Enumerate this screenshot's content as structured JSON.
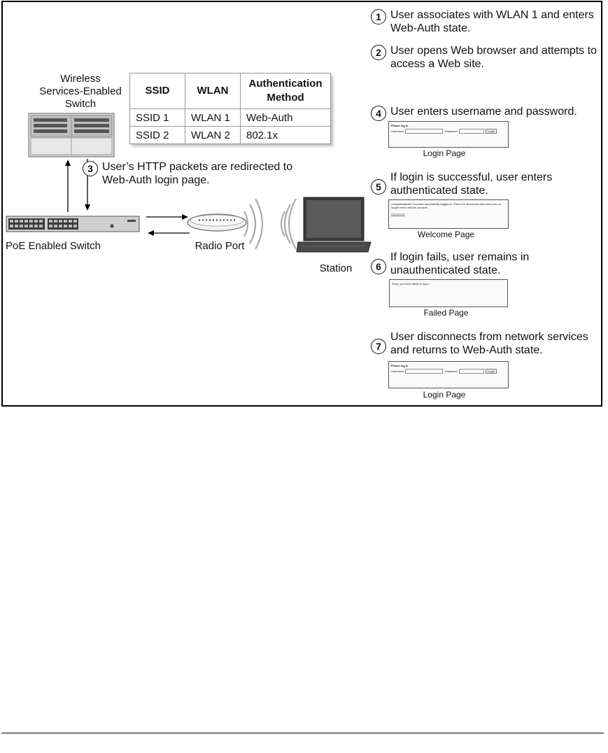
{
  "switch_label": [
    "Wireless",
    "Services-Enabled",
    "Switch"
  ],
  "table": {
    "headers": [
      "SSID",
      "WLAN",
      "Authentication Method"
    ],
    "rows": [
      [
        "SSID 1",
        "WLAN 1",
        "Web-Auth"
      ],
      [
        "SSID 2",
        "WLAN 2",
        "802.1x"
      ]
    ]
  },
  "step3": {
    "num": "3",
    "text": "User’s HTTP packets are redirected to Web-Auth login page."
  },
  "poe_label": "PoE Enabled Switch",
  "radio_label": "Radio Port",
  "station_label": "Station",
  "steps": [
    {
      "num": "1",
      "text": "User associates with WLAN 1 and enters Web-Auth state."
    },
    {
      "num": "2",
      "text": "User opens Web browser and attempts to access a Web site."
    },
    {
      "num": "4",
      "text": "User enters username and password."
    },
    {
      "num": "5",
      "text": "If login is successful, user enters authenticated state."
    },
    {
      "num": "6",
      "text": "If login fails, user remains in unauthenticated state."
    },
    {
      "num": "7",
      "text": "User disconnects from network services and returns to Web-Auth state."
    }
  ],
  "login_page": {
    "title": "Please log in",
    "username": "Username:",
    "password": "Password:",
    "button": "Login",
    "caption": "Login Page"
  },
  "welcome_page": {
    "text": "Congratulations! You have successfully logged in. Press the disconnect link when you no longer need network services.",
    "link": "Disconnect",
    "caption": "Welcome Page"
  },
  "failed_page": {
    "text": "Sorry, you have failed to log in.",
    "caption": "Failed Page"
  },
  "login_page_2": {
    "title": "Please log in",
    "username": "Username:",
    "password": "Password:",
    "button": "Login",
    "caption": "Login Page"
  }
}
